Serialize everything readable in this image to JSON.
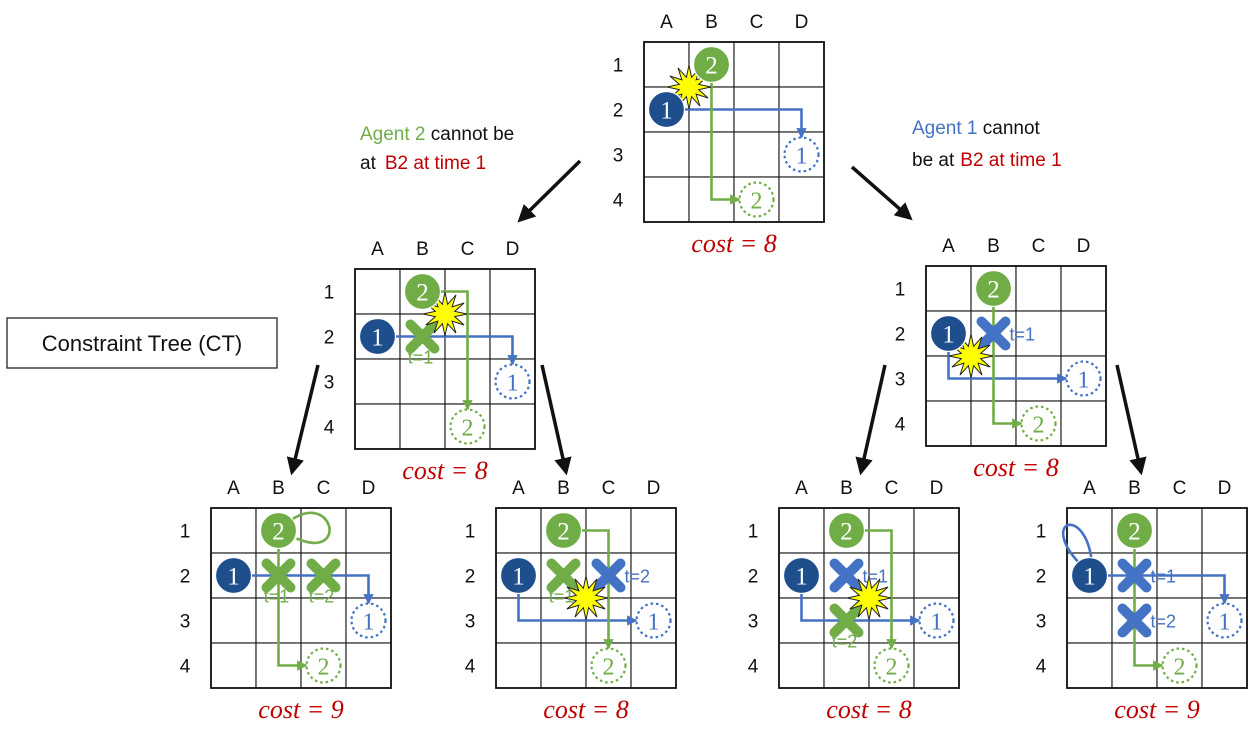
{
  "colors": {
    "agent1": "#1f4e8c",
    "agent1_path": "#4472c4",
    "agent2": "#70ad47",
    "constraint": "#c00000",
    "conflict": "#ffff00"
  },
  "ct_label": "Constraint Tree (CT)",
  "edge_labels": {
    "left": {
      "agent": "Agent 2",
      "rest": " cannot be",
      "line2_prefix": "at",
      "cell_time": "B2 at time 1"
    },
    "right": {
      "agent": "Agent 1",
      "rest": " cannot",
      "line2_prefix": "be at",
      "cell_time": "B2 at time 1"
    }
  },
  "nodes": [
    {
      "id": "root",
      "col_labels": [
        "A",
        "B",
        "C",
        "D"
      ],
      "row_labels": [
        "1",
        "2",
        "3",
        "4"
      ],
      "cost": "cost = 8",
      "agents": [
        {
          "id": "1",
          "cell": "A2"
        },
        {
          "id": "2",
          "cell": "B1"
        }
      ],
      "goals": [
        {
          "id": "1",
          "cell": "D3"
        },
        {
          "id": "2",
          "cell": "C4"
        }
      ],
      "constraints": [],
      "conflicts": [
        "B2"
      ],
      "paths": [
        {
          "agent": "1",
          "cells": [
            "A2",
            "D2",
            "D3"
          ]
        },
        {
          "agent": "2",
          "cells": [
            "B1",
            "B4",
            "C4"
          ]
        }
      ],
      "loops": [],
      "time_labels": []
    },
    {
      "id": "left",
      "col_labels": [
        "A",
        "B",
        "C",
        "D"
      ],
      "row_labels": [
        "1",
        "2",
        "3",
        "4"
      ],
      "cost": "cost = 8",
      "agents": [
        {
          "id": "1",
          "cell": "A2"
        },
        {
          "id": "2",
          "cell": "B1"
        }
      ],
      "goals": [
        {
          "id": "1",
          "cell": "D3"
        },
        {
          "id": "2",
          "cell": "C4"
        }
      ],
      "constraints": [
        {
          "agent": "2",
          "cell": "B2"
        }
      ],
      "conflicts": [
        "C2"
      ],
      "paths": [
        {
          "agent": "1",
          "cells": [
            "A2",
            "D2",
            "D3"
          ]
        },
        {
          "agent": "2",
          "cells": [
            "B1",
            "C1",
            "C4"
          ]
        }
      ],
      "loops": [],
      "time_labels": [
        {
          "text": "t=1",
          "agent": "2",
          "anchor": "B2",
          "pos": "below"
        }
      ]
    },
    {
      "id": "right",
      "col_labels": [
        "A",
        "B",
        "C",
        "D"
      ],
      "row_labels": [
        "1",
        "2",
        "3",
        "4"
      ],
      "cost": "cost = 8",
      "agents": [
        {
          "id": "1",
          "cell": "A2"
        },
        {
          "id": "2",
          "cell": "B1"
        }
      ],
      "goals": [
        {
          "id": "1",
          "cell": "D3"
        },
        {
          "id": "2",
          "cell": "C4"
        }
      ],
      "constraints": [
        {
          "agent": "1",
          "cell": "B2"
        }
      ],
      "conflicts": [
        "B3"
      ],
      "paths": [
        {
          "agent": "1",
          "cells": [
            "A2",
            "A3",
            "D3"
          ]
        },
        {
          "agent": "2",
          "cells": [
            "B1",
            "B4",
            "C4"
          ]
        }
      ],
      "loops": [],
      "time_labels": [
        {
          "text": "t=1",
          "agent": "1",
          "anchor": "B2",
          "pos": "right"
        }
      ]
    },
    {
      "id": "ll",
      "col_labels": [
        "A",
        "B",
        "C",
        "D"
      ],
      "row_labels": [
        "1",
        "2",
        "3",
        "4"
      ],
      "cost": "cost = 9",
      "agents": [
        {
          "id": "1",
          "cell": "A2"
        },
        {
          "id": "2",
          "cell": "B1"
        }
      ],
      "goals": [
        {
          "id": "1",
          "cell": "D3"
        },
        {
          "id": "2",
          "cell": "C4"
        }
      ],
      "constraints": [
        {
          "agent": "2",
          "cell": "B2"
        },
        {
          "agent": "2",
          "cell": "C2"
        }
      ],
      "conflicts": [],
      "paths": [
        {
          "agent": "1",
          "cells": [
            "A2",
            "D2",
            "D3"
          ]
        },
        {
          "agent": "2",
          "cells": [
            "B1",
            "B4",
            "C4"
          ]
        }
      ],
      "loops": [
        {
          "agent": "2",
          "cell": "B1",
          "side": "right"
        }
      ],
      "time_labels": [
        {
          "text": "t=1",
          "agent": "2",
          "anchor": "B2",
          "pos": "below"
        },
        {
          "text": "t=2",
          "agent": "2",
          "anchor": "C2",
          "pos": "below"
        }
      ]
    },
    {
      "id": "lr",
      "col_labels": [
        "A",
        "B",
        "C",
        "D"
      ],
      "row_labels": [
        "1",
        "2",
        "3",
        "4"
      ],
      "cost": "cost = 8",
      "agents": [
        {
          "id": "1",
          "cell": "A2"
        },
        {
          "id": "2",
          "cell": "B1"
        }
      ],
      "goals": [
        {
          "id": "1",
          "cell": "D3"
        },
        {
          "id": "2",
          "cell": "C4"
        }
      ],
      "constraints": [
        {
          "agent": "2",
          "cell": "B2"
        },
        {
          "agent": "1",
          "cell": "C2"
        }
      ],
      "conflicts": [
        "C3"
      ],
      "paths": [
        {
          "agent": "1",
          "cells": [
            "A2",
            "A3",
            "D3"
          ]
        },
        {
          "agent": "2",
          "cells": [
            "B1",
            "C1",
            "C4"
          ]
        }
      ],
      "loops": [],
      "time_labels": [
        {
          "text": "t=1",
          "agent": "2",
          "anchor": "B2",
          "pos": "below"
        },
        {
          "text": "t=2",
          "agent": "1",
          "anchor": "C2",
          "pos": "right"
        }
      ]
    },
    {
      "id": "rl",
      "col_labels": [
        "A",
        "B",
        "C",
        "D"
      ],
      "row_labels": [
        "1",
        "2",
        "3",
        "4"
      ],
      "cost": "cost = 8",
      "agents": [
        {
          "id": "1",
          "cell": "A2"
        },
        {
          "id": "2",
          "cell": "B1"
        }
      ],
      "goals": [
        {
          "id": "1",
          "cell": "D3"
        },
        {
          "id": "2",
          "cell": "C4"
        }
      ],
      "constraints": [
        {
          "agent": "1",
          "cell": "B2"
        },
        {
          "agent": "2",
          "cell": "B3"
        }
      ],
      "conflicts": [
        "C3"
      ],
      "paths": [
        {
          "agent": "1",
          "cells": [
            "A2",
            "A3",
            "D3"
          ]
        },
        {
          "agent": "2",
          "cells": [
            "B1",
            "C1",
            "C4"
          ]
        }
      ],
      "loops": [],
      "time_labels": [
        {
          "text": "t=1",
          "agent": "1",
          "anchor": "B2",
          "pos": "right"
        },
        {
          "text": "t=2",
          "agent": "2",
          "anchor": "B3",
          "pos": "below"
        }
      ]
    },
    {
      "id": "rr",
      "col_labels": [
        "A",
        "B",
        "C",
        "D"
      ],
      "row_labels": [
        "1",
        "2",
        "3",
        "4"
      ],
      "cost": "cost = 9",
      "agents": [
        {
          "id": "1",
          "cell": "A2"
        },
        {
          "id": "2",
          "cell": "B1"
        }
      ],
      "goals": [
        {
          "id": "1",
          "cell": "D3"
        },
        {
          "id": "2",
          "cell": "C4"
        }
      ],
      "constraints": [
        {
          "agent": "1",
          "cell": "B2"
        },
        {
          "agent": "1",
          "cell": "B3"
        }
      ],
      "conflicts": [],
      "paths": [
        {
          "agent": "1",
          "cells": [
            "A2",
            "D2",
            "D3"
          ]
        },
        {
          "agent": "2",
          "cells": [
            "B1",
            "B4",
            "C4"
          ]
        }
      ],
      "loops": [
        {
          "agent": "1",
          "cell": "A2",
          "side": "top"
        }
      ],
      "time_labels": [
        {
          "text": "t=1",
          "agent": "1",
          "anchor": "B2",
          "pos": "right"
        },
        {
          "text": "t=2",
          "agent": "1",
          "anchor": "B3",
          "pos": "right"
        }
      ]
    }
  ]
}
